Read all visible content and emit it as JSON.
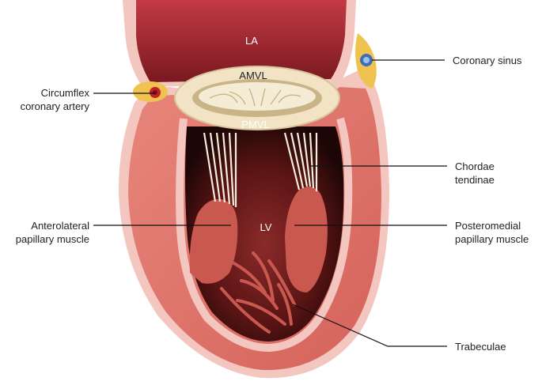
{
  "inner_labels": {
    "la": "LA",
    "amvl": "AMVL",
    "pmvl": "PMVL",
    "lv": "LV"
  },
  "callouts": {
    "coronary_sinus": "Coronary sinus",
    "circumflex_1": "Circumflex",
    "circumflex_2": "coronary artery",
    "chordae_1": "Chordae",
    "chordae_2": "tendinae",
    "anterolateral_1": "Anterolateral",
    "anterolateral_2": "papillary muscle",
    "posteromedial_1": "Posteromedial",
    "posteromedial_2": "papillary muscle",
    "trabeculae": "Trabeculae"
  },
  "colors": {
    "myocardium": "#e0786f",
    "myocardium_dark": "#c9584f",
    "epicardium": "#f3c7c0",
    "cavity": "#3a0d0d",
    "atrium": "#b8313a",
    "valve_ring": "#f1e3c4",
    "fat": "#f0c350",
    "sinus": "#3d6fb8",
    "artery": "#c4202a"
  }
}
